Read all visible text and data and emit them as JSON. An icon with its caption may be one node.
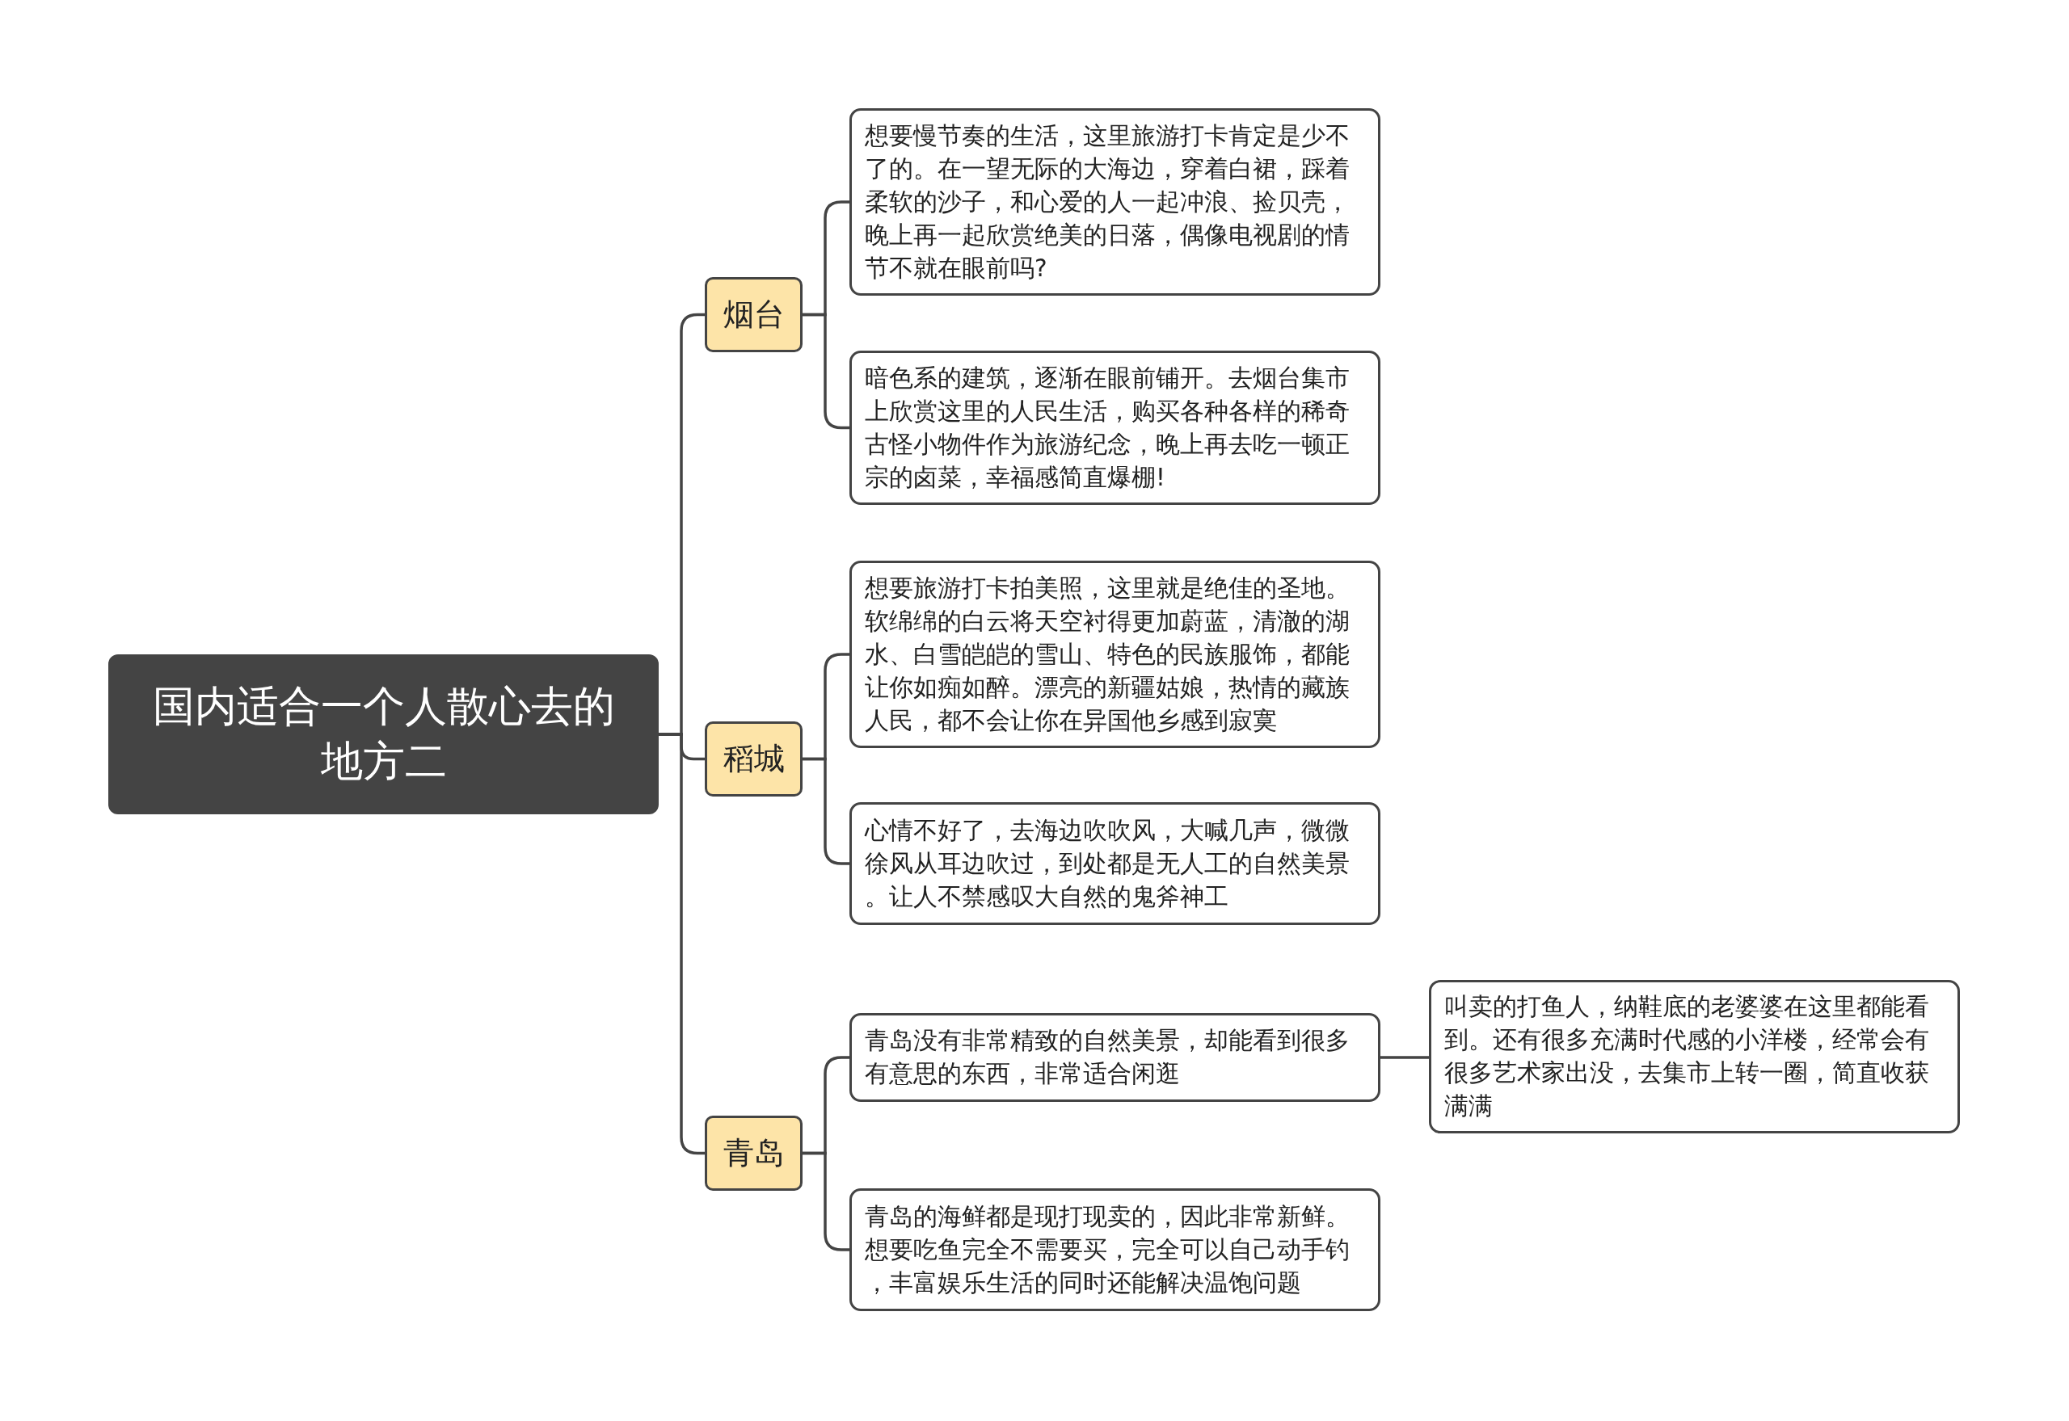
{
  "diagram": {
    "nodes": [
      {
        "text": [
          "国内适合一个人散心去的地方二"
        ]
      },
      {
        "text": [
          "烟台"
        ]
      },
      {
        "text": [
          "想要慢节奏的生活，这里旅游打卡肯定是少不了的。在一望无际的大海边，穿着白裙，踩着柔软的沙子，和心爱的人一起冲浪、捡贝壳，晚上再一起欣赏绝美的日落，偶像电视剧的情节不就在眼前吗?"
        ]
      },
      {
        "text": [
          "暗色系的建筑，逐渐在眼前铺开。去烟台集市上欣赏这里的人民生活，购买各种各样的稀奇古怪小物件作为旅游纪念，晚上再去吃一顿正宗的卤菜，幸福感简直爆棚!"
        ]
      },
      {
        "text": [
          "稻城"
        ]
      },
      {
        "text": [
          "想要旅游打卡拍美照，这里就是绝佳的圣地。软绵绵的白云将天空衬得更加蔚蓝，清澈的湖水、白雪皑皑的雪山、特色的民族服饰，都能让你如痴如醉。漂亮的新疆姑娘，热情的藏族人民，都不会让你在异国他乡感到寂寞"
        ]
      },
      {
        "text": [
          "心情不好了，去海边吹吹风，大喊几声，微微徐风从耳边吹过，到处都是无人工的自然美景。让人不禁感叹大自然的鬼斧神工"
        ]
      },
      {
        "text": [
          "青岛"
        ]
      },
      {
        "text": [
          "青岛没有非常精致的自然美景，却能看到很多有意思的东西，非常适合闲逛"
        ]
      },
      {
        "text": [
          "叫卖的打鱼人，纳鞋底的老婆婆在这里都能看到。还有很多充满时代感的小洋楼，经常会有很多艺术家出没，去集市上转一圈，简直收获满满"
        ]
      },
      {
        "text": [
          "青岛的海鲜都是现打现卖的，因此非常新鲜。想要吃鱼完全不需要买，完全可以自己动手钓，丰富娱乐生活的同时还能解决温饱问题"
        ]
      }
    ],
    "edges": [
      {
        "from": 0,
        "to": 1,
        "arrow": "none"
      },
      {
        "from": 0,
        "to": 4,
        "arrow": "none"
      },
      {
        "from": 0,
        "to": 7,
        "arrow": "none"
      },
      {
        "from": 1,
        "to": 2,
        "arrow": "none"
      },
      {
        "from": 1,
        "to": 3,
        "arrow": "none"
      },
      {
        "from": 4,
        "to": 5,
        "arrow": "none"
      },
      {
        "from": 4,
        "to": 6,
        "arrow": "none"
      },
      {
        "from": 7,
        "to": 8,
        "arrow": "none"
      },
      {
        "from": 8,
        "to": 9,
        "arrow": "none"
      },
      {
        "from": 7,
        "to": 10,
        "arrow": "none"
      }
    ]
  }
}
